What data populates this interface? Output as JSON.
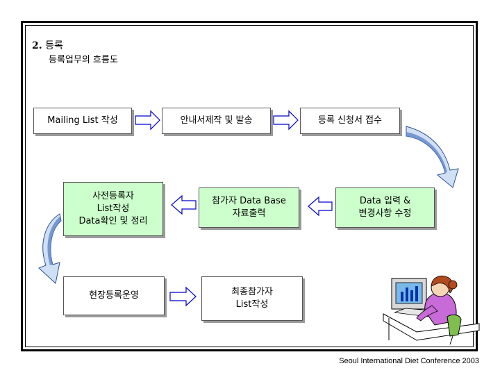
{
  "header": {
    "number": "2.",
    "title": "등록",
    "subtitle": "등록업무의 흐름도"
  },
  "steps": {
    "mailing_list": "Mailing List 작성",
    "invitation": "안내서제작 및 발송",
    "application": "등록 신청서 접수",
    "data_input": "Data 입력 &\n변경사항 수정",
    "database": "참가자 Data Base\n자료출력",
    "preregistration": "사전등록자\nList작성\nData확인 및 정리",
    "onsite": "현장등록운영",
    "final_list": "최종참가자\nList작성"
  },
  "colors": {
    "box_green": "#ccffcc",
    "arrow_fill": "#ffffff",
    "arrow_stroke": "#0000cc",
    "curve_arrow_light": "#cfe0f5",
    "curve_arrow_dark": "#5f86c9"
  },
  "footer": "Seoul International Diet Conference 2003"
}
